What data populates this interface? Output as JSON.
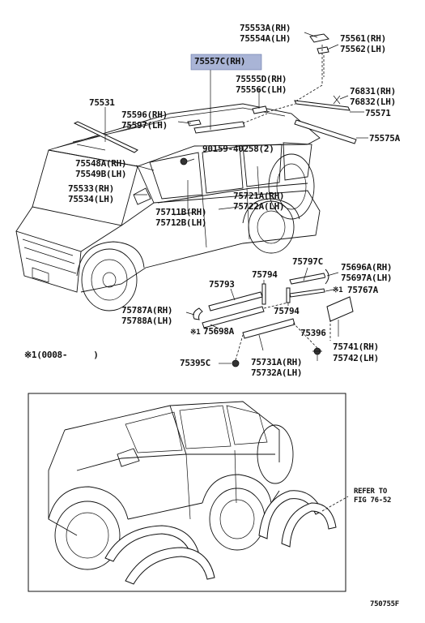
{
  "highlight_color": "#a9b4d6",
  "labels": {
    "p75553a": "75553A(RH)",
    "p75554a": "75554A(LH)",
    "p75561": "75561(RH)",
    "p75562": "75562(LH)",
    "p75557c": "75557C(RH)",
    "p75555d": "75555D(RH)",
    "p75556c": "75556C(LH)",
    "p76831": "76831(RH)",
    "p76832": "76832(LH)",
    "p75571": "75571",
    "p75531": "75531",
    "p75596": "75596(RH)",
    "p75597": "75597(LH)",
    "p75575a": "75575A",
    "p90159": "90159-40258(2)",
    "p75548a": "75548A(RH)",
    "p75549b": "75549B(LH)",
    "p75533": "75533(RH)",
    "p75534": "75534(LH)",
    "p75721a": "75721A(RH)",
    "p75722a": "75722A(LH)",
    "p75711b": "75711B(RH)",
    "p75712b": "75712B(LH)",
    "p75797c": "75797C",
    "p75696a": "75696A(RH)",
    "p75697a": "75697A(LH)",
    "p75794a": "75794",
    "p75767a": "75767A",
    "p75793": "75793",
    "p75794b": "75794",
    "p75787a": "75787A(RH)",
    "p75788a": "75788A(LH)",
    "p75698a": "75698A",
    "p75396": "75396",
    "p75741": "75741(RH)",
    "p75742": "75742(LH)",
    "note_date": "※1(0008-　　　)",
    "p75395c": "75395C",
    "p75731a": "75731A(RH)",
    "p75732a": "75732A(LH)",
    "refer_line1": "REFER TO",
    "refer_line2": "FIG 76-52",
    "figure_id": "750755F",
    "mark1": "※1",
    "mark2": "※1"
  }
}
